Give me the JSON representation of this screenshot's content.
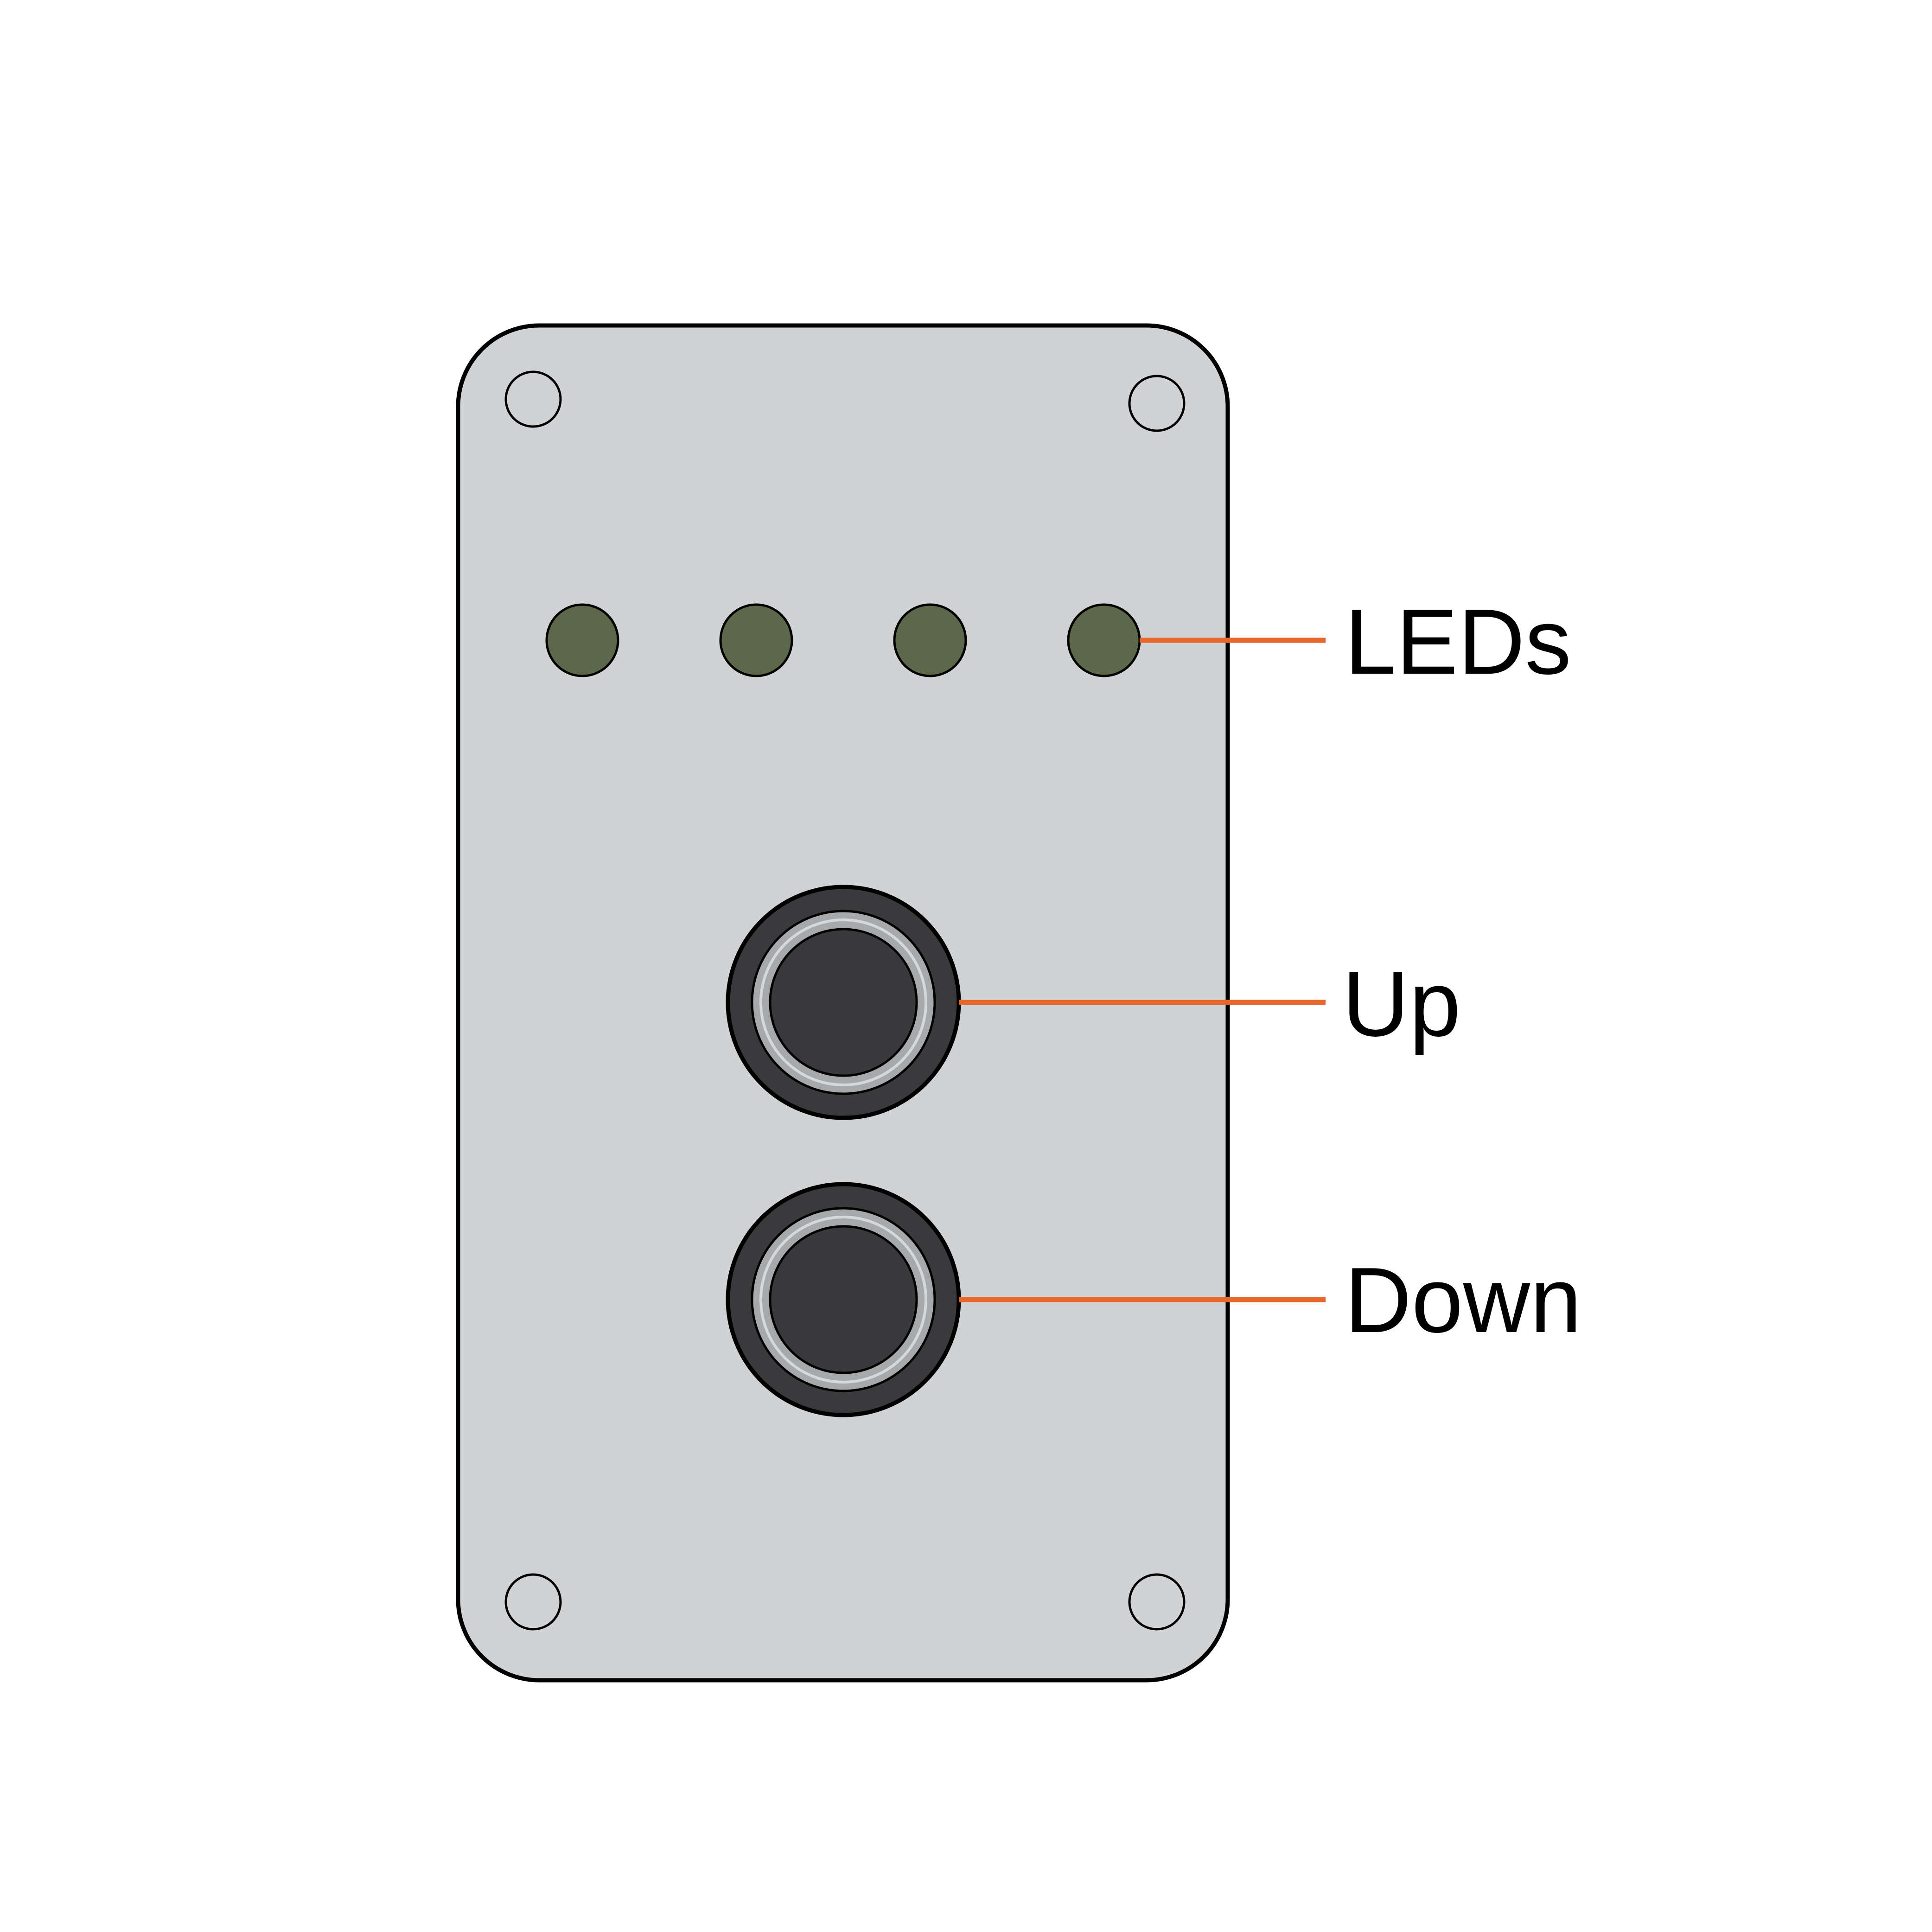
{
  "colors": {
    "background": "#ffffff",
    "panel_fill": "#d1d2d4",
    "panel_stroke": "#000000",
    "led_fill": "#5c684a",
    "button_outer": "#3a3a3c",
    "button_ring": "#a7a8aa",
    "button_cap": "#39393b",
    "leader_line": "#e8662a"
  },
  "panel": {
    "mounting_holes": [
      "hole-top-left",
      "hole-top-right",
      "hole-bottom-left",
      "hole-bottom-right"
    ],
    "led_count": 4,
    "buttons": [
      "up",
      "down"
    ]
  },
  "labels": {
    "leds": "LEDs",
    "up": "Up",
    "down": "Down"
  },
  "icons": {
    "led": "led-indicator-icon",
    "button": "push-button-icon",
    "hole": "screw-hole-icon"
  }
}
